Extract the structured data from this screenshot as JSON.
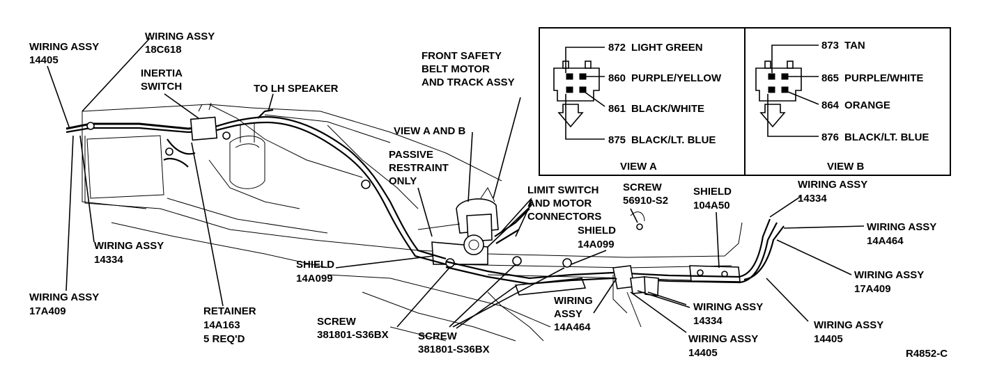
{
  "labels": {
    "wa_14405_top": [
      "WIRING ASSY",
      "14405"
    ],
    "wa_18c618": [
      "WIRING ASSY",
      "18C618"
    ],
    "inertia_switch": [
      "INERTIA",
      "SWITCH"
    ],
    "to_lh_speaker": "TO LH SPEAKER",
    "front_safety_belt": [
      "FRONT SAFETY",
      "BELT MOTOR",
      "AND TRACK ASSY"
    ],
    "view_a_and_b": "VIEW A AND B",
    "passive_restraint": [
      "PASSIVE",
      "RESTRAINT",
      "ONLY"
    ],
    "limit_switch": [
      "LIMIT SWITCH",
      "AND MOTOR",
      "CONNECTORS"
    ],
    "screw_56910": [
      "SCREW",
      "56910-S2"
    ],
    "shield_104a50": [
      "SHIELD",
      "104A50"
    ],
    "wa_14334_right": [
      "WIRING ASSY",
      "14334"
    ],
    "wa_14a464_right": [
      "WIRING ASSY",
      "14A464"
    ],
    "wa_17a409_right": [
      "WIRING ASSY",
      "17A409"
    ],
    "wa_14405_right": [
      "WIRING ASSY",
      "14405"
    ],
    "shield_14a099_mid": [
      "SHIELD",
      "14A099"
    ],
    "shield_14a099_left": [
      "SHIELD",
      "14A099"
    ],
    "wa_14334_left": [
      "WIRING ASSY",
      "14334"
    ],
    "wa_17a409_left": [
      "WIRING ASSY",
      "17A409"
    ],
    "retainer": [
      "RETAINER",
      "14A163",
      "5 REQ'D"
    ],
    "screw_381801_left": [
      "SCREW",
      "381801-S36BX"
    ],
    "screw_381801_mid": [
      "SCREW",
      "381801-S36BX"
    ],
    "wiring_14a464_mid": [
      "WIRING",
      "ASSY",
      "14A464"
    ],
    "wa_14334_mid": [
      "WIRING ASSY",
      "14334"
    ],
    "wa_14405_mid": [
      "WIRING ASSY",
      "14405"
    ],
    "figure_id": "R4852-C"
  },
  "view_a": {
    "title": "VIEW A",
    "wires": [
      {
        "num": "872",
        "color": "LIGHT GREEN"
      },
      {
        "num": "860",
        "color": "PURPLE/YELLOW"
      },
      {
        "num": "861",
        "color": "BLACK/WHITE"
      },
      {
        "num": "875",
        "color": "BLACK/LT. BLUE"
      }
    ]
  },
  "view_b": {
    "title": "VIEW B",
    "wires": [
      {
        "num": "873",
        "color": "TAN"
      },
      {
        "num": "865",
        "color": "PURPLE/WHITE"
      },
      {
        "num": "864",
        "color": "ORANGE"
      },
      {
        "num": "876",
        "color": "BLACK/LT. BLUE"
      }
    ]
  }
}
